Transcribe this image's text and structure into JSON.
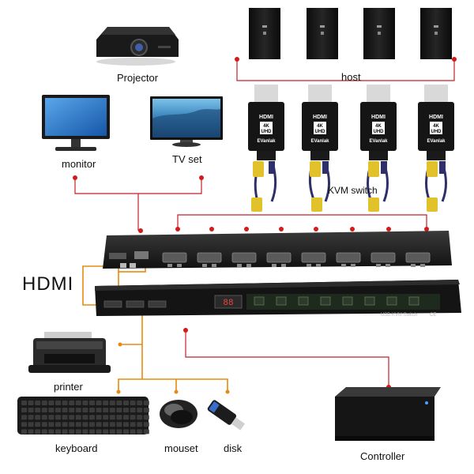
{
  "labels": {
    "projector": "Projector",
    "host": "host",
    "monitor": "monitor",
    "tv_set": "TV set",
    "kvm_switch": "KVM switch",
    "hdmi": "HDMI",
    "printer": "printer",
    "keyboard": "keyboard",
    "mouse": "mouset",
    "disk": "disk",
    "controller": "Controller"
  },
  "adapter": {
    "top_text": "HDMI",
    "res_text": "4K",
    "uhd_text": "UHD",
    "brand_text": "EVanlak"
  },
  "panel_text": {
    "model": "USB KVM Switch",
    "badge": "CE",
    "display_digits": "88"
  },
  "colors": {
    "link_line": "#e58b12",
    "signal_line": "#c0202a",
    "dot": "#d61a1a",
    "vga_plug": "#e2c22b",
    "cable": "#2f2f6a",
    "device_body": "#1c1c1c"
  },
  "icons": {
    "projector": "projector-icon",
    "monitor": "monitor-icon",
    "tv": "tv-icon",
    "host": "host-tower-icon",
    "printer": "printer-icon",
    "keyboard": "keyboard-icon",
    "mouse": "mouse-icon",
    "disk": "usb-disk-icon",
    "controller": "controller-icon"
  }
}
